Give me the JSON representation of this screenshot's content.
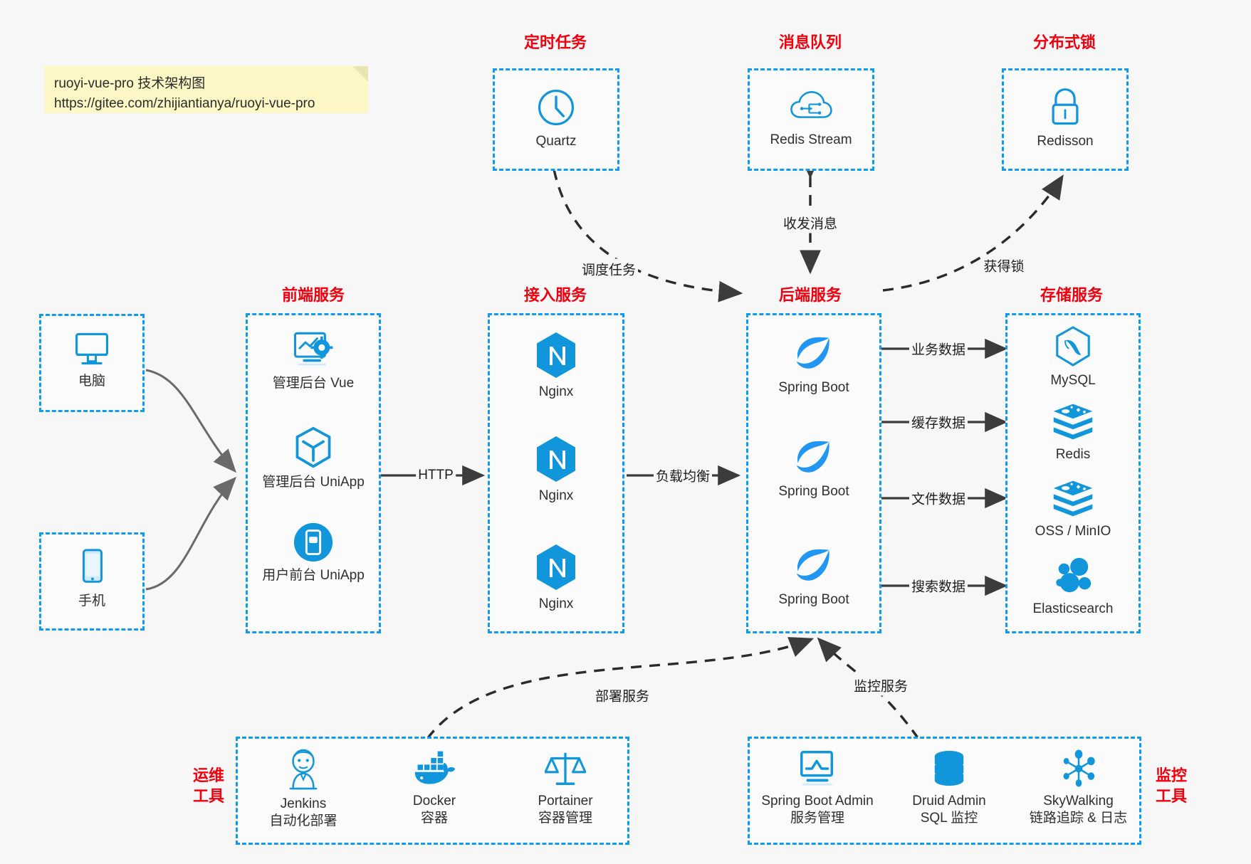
{
  "note": {
    "line1": "ruoyi-vue-pro 技术架构图",
    "line2": "https://gitee.com/zhijiantianya/ruoyi-vue-pro"
  },
  "colors": {
    "accent": "#0f9cf0",
    "group_title": "#f2000e",
    "icon": "#1296db",
    "edge": "#3c3c3c",
    "background": "#f7f7f7",
    "note": "#fcf7c4"
  },
  "groups": {
    "scheduled_task": {
      "title": "定时任务",
      "nodes": [
        {
          "label": "Quartz",
          "icon": "clock-icon"
        }
      ]
    },
    "message_queue": {
      "title": "消息队列",
      "nodes": [
        {
          "label": "Redis Stream",
          "icon": "cloud-stream-icon"
        }
      ]
    },
    "distributed_lock": {
      "title": "分布式锁",
      "nodes": [
        {
          "label": "Redisson",
          "icon": "lock-icon"
        }
      ]
    },
    "clients": {
      "nodes": [
        {
          "label": "电脑",
          "icon": "desktop-icon"
        },
        {
          "label": "手机",
          "icon": "mobile-phone-icon"
        }
      ]
    },
    "frontend": {
      "title": "前端服务",
      "nodes": [
        {
          "label": "管理后台 Vue",
          "icon": "dashboard-gear-icon"
        },
        {
          "label": "管理后台 UniApp",
          "icon": "cube-icon"
        },
        {
          "label": "用户前台 UniApp",
          "icon": "mobile-app-icon"
        }
      ]
    },
    "gateway": {
      "title": "接入服务",
      "nodes": [
        {
          "label": "Nginx",
          "icon": "nginx-icon"
        },
        {
          "label": "Nginx",
          "icon": "nginx-icon"
        },
        {
          "label": "Nginx",
          "icon": "nginx-icon"
        }
      ]
    },
    "backend": {
      "title": "后端服务",
      "nodes": [
        {
          "label": "Spring Boot",
          "icon": "spring-boot-icon"
        },
        {
          "label": "Spring Boot",
          "icon": "spring-boot-icon"
        },
        {
          "label": "Spring Boot",
          "icon": "spring-boot-icon"
        }
      ]
    },
    "storage": {
      "title": "存储服务",
      "nodes": [
        {
          "label": "MySQL",
          "icon": "mysql-icon"
        },
        {
          "label": "Redis",
          "icon": "redis-icon"
        },
        {
          "label": "OSS / MinIO",
          "icon": "redis-stack-icon"
        },
        {
          "label": "Elasticsearch",
          "icon": "elasticsearch-icon"
        }
      ]
    },
    "devops": {
      "title_line1": "运维",
      "title_line2": "工具",
      "nodes": [
        {
          "label": "Jenkins",
          "sub": "自动化部署",
          "icon": "jenkins-icon"
        },
        {
          "label": "Docker",
          "sub": "容器",
          "icon": "docker-icon"
        },
        {
          "label": "Portainer",
          "sub": "容器管理",
          "icon": "scales-icon"
        }
      ]
    },
    "monitoring": {
      "title_line1": "监控",
      "title_line2": "工具",
      "nodes": [
        {
          "label": "Spring Boot Admin",
          "sub": "服务管理",
          "icon": "monitor-chart-icon"
        },
        {
          "label": "Druid Admin",
          "sub": "SQL 监控",
          "icon": "database-icon"
        },
        {
          "label": "SkyWalking",
          "sub": "链路追踪 & 日志",
          "icon": "skywalking-icon"
        }
      ]
    }
  },
  "edges": [
    {
      "id": "quartz-to-backend",
      "label": "调度任务",
      "style": "dashed",
      "direction": "one-way"
    },
    {
      "id": "mq-backend",
      "label": "收发消息",
      "style": "dashed",
      "direction": "two-way"
    },
    {
      "id": "backend-to-lock",
      "label": "获得锁",
      "style": "dashed",
      "direction": "one-way"
    },
    {
      "id": "frontend-to-gateway",
      "label": "HTTP",
      "style": "solid",
      "direction": "one-way"
    },
    {
      "id": "gateway-to-backend",
      "label": "负载均衡",
      "style": "solid",
      "direction": "one-way"
    },
    {
      "id": "backend-to-mysql",
      "label": "业务数据",
      "style": "solid",
      "direction": "one-way"
    },
    {
      "id": "backend-to-redis",
      "label": "缓存数据",
      "style": "solid",
      "direction": "one-way"
    },
    {
      "id": "backend-to-oss",
      "label": "文件数据",
      "style": "solid",
      "direction": "one-way"
    },
    {
      "id": "backend-to-es",
      "label": "搜索数据",
      "style": "solid",
      "direction": "one-way"
    },
    {
      "id": "devops-to-backend",
      "label": "部署服务",
      "style": "dashed",
      "direction": "one-way"
    },
    {
      "id": "monitoring-to-backend",
      "label": "监控服务",
      "style": "dashed",
      "direction": "one-way"
    }
  ]
}
